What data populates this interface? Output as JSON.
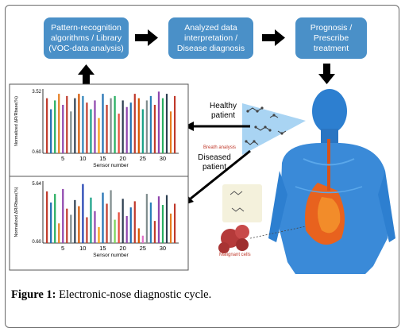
{
  "flow": {
    "box1": "Pattern-recognition\nalgorithms / Library\n(VOC-data analysis)",
    "box2": "Analyzed data\ninterpretation /\nDisease diagnosis",
    "box3": "Prognosis /\nPrescribe\ntreatment"
  },
  "labels": {
    "healthy": "Healthy\npatient",
    "diseased": "Diseased\npatient",
    "breath": "Breath analysis",
    "malignant": "Malignant cells"
  },
  "charts": {
    "top": {
      "ymax_label": "3.52",
      "ymin_label": "0.60",
      "ylabel": "Normalized ΔR/Rbase(%)",
      "xlabel": "Sensor number",
      "xticks": [
        "5",
        "10",
        "15",
        "20",
        "25",
        "30"
      ]
    },
    "bottom": {
      "ymax_label": "5.64",
      "ymin_label": "0.60",
      "ylabel": "Normalized ΔR/Rbase(%)",
      "xlabel": "Sensor number",
      "xticks": [
        "5",
        "10",
        "15",
        "20",
        "25",
        "30"
      ]
    }
  },
  "chart_data": [
    {
      "type": "bar",
      "title": "",
      "xlabel": "Sensor number",
      "ylabel": "Normalized ΔR/Rbase(%)",
      "ylim": [
        0.6,
        3.52
      ],
      "x": [
        1,
        2,
        3,
        4,
        5,
        6,
        7,
        8,
        9,
        10,
        11,
        12,
        13,
        14,
        15,
        16,
        17,
        18,
        19,
        20,
        21,
        22,
        23,
        24,
        25,
        26,
        27,
        28,
        29,
        30,
        31,
        32,
        33
      ],
      "values": [
        3.1,
        2.6,
        3.0,
        3.3,
        2.8,
        3.2,
        2.5,
        3.1,
        3.3,
        3.2,
        2.9,
        2.6,
        3.0,
        2.2,
        3.3,
        2.8,
        3.1,
        3.2,
        2.4,
        3.0,
        2.7,
        2.9,
        3.3,
        3.1,
        2.6,
        3.0,
        3.2,
        2.8,
        3.4,
        3.1,
        3.3,
        2.5,
        3.2
      ],
      "colors": [
        "#c0392b",
        "#1f6fb2",
        "#27ae60",
        "#e67e22",
        "#8e44ad",
        "#c0392b",
        "#7f8c8d",
        "#2c3e50",
        "#d35400",
        "#2980b9",
        "#c0392b",
        "#16a085",
        "#8e44ad",
        "#f39c12",
        "#1f6fb2",
        "#c0392b",
        "#7f8c8d",
        "#27ae60",
        "#e74c3c",
        "#2c3e50",
        "#8e44ad",
        "#1f6fb2",
        "#c0392b",
        "#d35400",
        "#16a085",
        "#7f8c8d",
        "#2980b9",
        "#c0392b",
        "#8e44ad",
        "#27ae60",
        "#2c3e50",
        "#e67e22",
        "#c0392b"
      ]
    },
    {
      "type": "bar",
      "title": "",
      "xlabel": "Sensor number",
      "ylabel": "Normalized ΔR/Rbase(%)",
      "ylim": [
        0.6,
        5.64
      ],
      "x": [
        1,
        2,
        3,
        4,
        5,
        6,
        7,
        8,
        9,
        10,
        11,
        12,
        13,
        14,
        15,
        16,
        17,
        18,
        19,
        20,
        21,
        22,
        23,
        24,
        25,
        26,
        27,
        28,
        29,
        30,
        31,
        32,
        33
      ],
      "values": [
        4.8,
        3.9,
        4.6,
        2.2,
        5.0,
        3.4,
        2.9,
        4.1,
        3.6,
        5.4,
        2.7,
        4.3,
        3.2,
        1.9,
        4.7,
        3.8,
        4.9,
        2.5,
        3.1,
        4.2,
        2.8,
        3.5,
        4.0,
        1.8,
        1.2,
        4.6,
        3.9,
        2.4,
        4.4,
        3.7,
        4.5,
        3.0,
        3.8
      ],
      "colors": [
        "#c0392b",
        "#1f6fb2",
        "#27ae60",
        "#e67e22",
        "#8e44ad",
        "#c0392b",
        "#7f8c8d",
        "#2c3e50",
        "#d35400",
        "#1f3fb2",
        "#c0392b",
        "#16a085",
        "#8e44ad",
        "#f39c12",
        "#1f6fb2",
        "#c0392b",
        "#7f8c8d",
        "#7bd35a",
        "#e74c3c",
        "#2c3e50",
        "#8e44ad",
        "#1f6fb2",
        "#c0392b",
        "#d35400",
        "#e070c8",
        "#7f8c8d",
        "#2980b9",
        "#c0392b",
        "#8e44ad",
        "#27ae60",
        "#2c3e50",
        "#e67e22",
        "#c0392b"
      ]
    }
  ],
  "caption": {
    "prefix": "Figure 1:",
    "text": " Electronic-nose diagnostic cycle."
  },
  "colors": {
    "box_fill": "#4a90c8",
    "arrow": "#000000",
    "cone": "#6fb3e8",
    "skin_blue": "#2d7fd0"
  }
}
